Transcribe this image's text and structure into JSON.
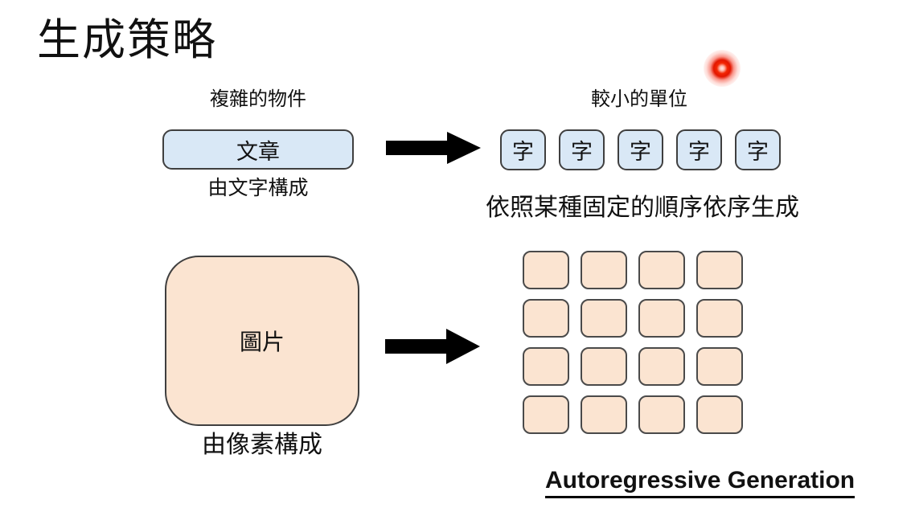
{
  "slide": {
    "title": "生成策略",
    "text_row": {
      "label": "複雜的物件",
      "object": "文章",
      "caption": "由文字構成",
      "target_label": "較小的單位",
      "unit": "字",
      "unit_count": 5,
      "note": "依照某種固定的順序依序生成"
    },
    "image_row": {
      "object": "圖片",
      "caption": "由像素構成",
      "grid_rows": 4,
      "grid_cols": 4
    },
    "footer": "Autoregressive Generation",
    "colors": {
      "unit_fill": "#d9e8f6",
      "pixel_fill": "#fbe4d1",
      "box_border": "#3f3f3f",
      "laser_red": "#e31600",
      "text": "#111111"
    }
  }
}
